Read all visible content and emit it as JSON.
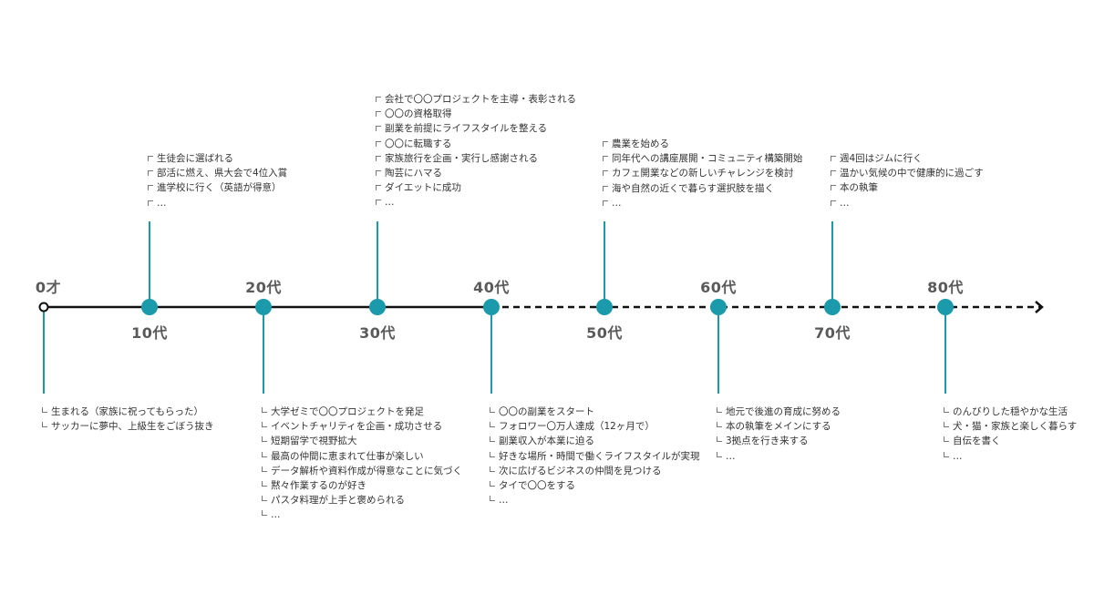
{
  "colors": {
    "accent": "#1a9aaa",
    "line": "#111111",
    "text": "#333333",
    "label": "#5a5a5a"
  },
  "timeline": {
    "nodes": [
      {
        "label": "0才"
      },
      {
        "label": "10代"
      },
      {
        "label": "20代"
      },
      {
        "label": "30代"
      },
      {
        "label": "40代"
      },
      {
        "label": "50代"
      },
      {
        "label": "60代"
      },
      {
        "label": "70代"
      },
      {
        "label": "80代"
      }
    ],
    "events": [
      [
        "生まれる（家族に祝ってもらった）",
        "サッカーに夢中、上級生をごぼう抜き"
      ],
      [
        "生徒会に選ばれる",
        "部活に燃え、県大会で4位入賞",
        "進学校に行く（英語が得意）",
        "…"
      ],
      [
        "大学ゼミで〇〇プロジェクトを発足",
        "イベントチャリティを企画・成功させる",
        "短期留学で視野拡大",
        "最高の仲間に恵まれて仕事が楽しい",
        "データ解析や資料作成が得意なことに気づく",
        "黙々作業するのが好き",
        "パスタ料理が上手と褒められる",
        "…"
      ],
      [
        "会社で〇〇プロジェクトを主導・表彰される",
        "〇〇の資格取得",
        "副業を前提にライフスタイルを整える",
        "〇〇に転職する",
        "家族旅行を企画・実行し感謝される",
        "陶芸にハマる",
        "ダイエットに成功",
        "…"
      ],
      [
        "〇〇の副業をスタート",
        "フォロワー〇万人達成（12ヶ月で）",
        "副業収入が本業に迫る",
        "好きな場所・時間で働くライフスタイルが実現",
        "次に広げるビジネスの仲間を見つける",
        "タイで〇〇をする",
        "…"
      ],
      [
        "農業を始める",
        "同年代への講座展開・コミュニティ構築開始",
        "カフェ開業などの新しいチャレンジを検討",
        "海や自然の近くで暮らす選択肢を描く",
        "…"
      ],
      [
        "地元で後進の育成に努める",
        "本の執筆をメインにする",
        "3拠点を行き来する",
        "…"
      ],
      [
        "週4回はジムに行く",
        "温かい気候の中で健康的に過ごす",
        "本の執筆",
        "…"
      ],
      [
        "のんびりした穏やかな生活",
        "犬・猫・家族と楽しく暮らす",
        "自伝を書く",
        "…"
      ]
    ]
  }
}
